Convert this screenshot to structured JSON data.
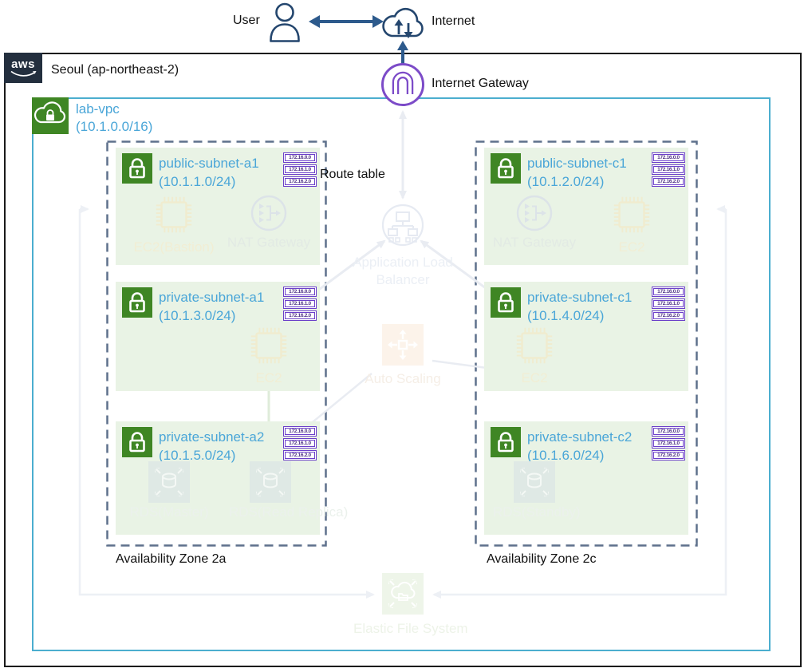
{
  "header": {
    "user_label": "User",
    "internet_label": "Internet"
  },
  "region": {
    "logo_text": "aws",
    "name": "Seoul (ap-northeast-2)"
  },
  "vpc": {
    "name": "lab-vpc",
    "cidr": "(10.1.0.0/16)"
  },
  "igw": {
    "label": "Internet Gateway"
  },
  "route_table": {
    "label": "Route table",
    "entries": [
      "172.16.0.0",
      "172.16.1.0",
      "172.16.2.0"
    ]
  },
  "zones": [
    {
      "label": "Availability Zone 2a",
      "subnets": [
        {
          "name": "public-subnet-a1",
          "cidr": "(10.1.1.0/24)",
          "services": [
            {
              "label": "EC2(Bastion)"
            },
            {
              "label": "NAT Gateway"
            }
          ]
        },
        {
          "name": "private-subnet-a1",
          "cidr": "(10.1.3.0/24)",
          "services": [
            {
              "label": "EC2"
            }
          ]
        },
        {
          "name": "private-subnet-a2",
          "cidr": "(10.1.5.0/24)",
          "services": [
            {
              "label": "RDS(Master)"
            },
            {
              "label": "RDS(Read Replica)"
            }
          ]
        }
      ]
    },
    {
      "label": "Availability Zone 2c",
      "subnets": [
        {
          "name": "public-subnet-c1",
          "cidr": "(10.1.2.0/24)",
          "services": [
            {
              "label": "NAT Gateway"
            },
            {
              "label": "EC2"
            }
          ]
        },
        {
          "name": "private-subnet-c1",
          "cidr": "(10.1.4.0/24)",
          "services": [
            {
              "label": "EC2"
            }
          ]
        },
        {
          "name": "private-subnet-c2",
          "cidr": "(10.1.6.0/24)",
          "services": [
            {
              "label": "RDS(Standby)"
            }
          ]
        }
      ]
    }
  ],
  "shared_services": {
    "alb": "Application Load Balancer",
    "auto_scaling": "Auto Scaling",
    "efs": "Elastic File System"
  },
  "colors": {
    "region_border": "#1A1A1A",
    "vpc_border": "#4BAECF",
    "aws_green": "#3F8624",
    "subnet_fill": "#E9F3E5",
    "label_blue": "#4AA6D8",
    "az_border": "#5E708C",
    "igw_purple": "#7C4BC8",
    "badge_purple": "#6B3FC9",
    "arrow_navy": "#2D5A8C",
    "aws_dark": "#232F3E"
  }
}
